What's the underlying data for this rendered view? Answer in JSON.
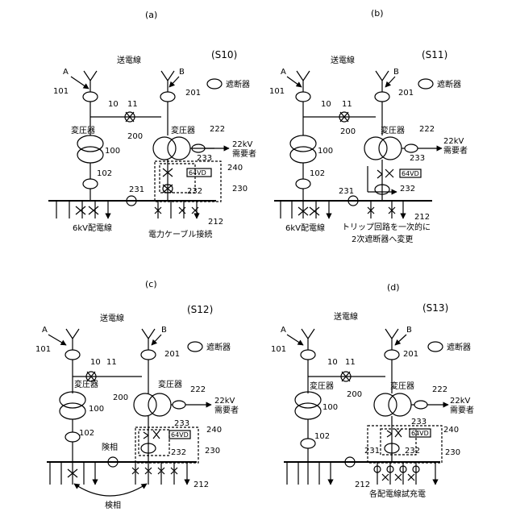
{
  "panels": [
    {
      "id": "a",
      "panel_label": "(a)",
      "step": "(S10)",
      "line_title": "送電線",
      "line_a": "A",
      "line_b": "B",
      "breaker_legend": "遮断器",
      "transformer_left": "変圧器",
      "transformer_right": "変圧器",
      "relay": "64VD",
      "demand": "22kV\n需要者",
      "bus_left": "6kV配電線",
      "refs": [
        "101",
        "10",
        "11",
        "201",
        "100",
        "200",
        "222",
        "233",
        "240",
        "102",
        "231",
        "232",
        "230",
        "212"
      ],
      "annotations": [
        "電力ケーブル接続"
      ]
    },
    {
      "id": "b",
      "panel_label": "(b)",
      "step": "(S11)",
      "line_title": "送電線",
      "line_a": "A",
      "line_b": "B",
      "breaker_legend": "遮断器",
      "transformer_left": "",
      "transformer_right": "変圧器",
      "relay": "64VD",
      "demand": "22kV\n需要者",
      "bus_left": "6kV配電線",
      "refs": [
        "101",
        "10",
        "11",
        "201",
        "100",
        "200",
        "222",
        "233",
        "102",
        "231",
        "232",
        "212"
      ],
      "annotations": [
        "トリップ回路を一次的に",
        "2次遮断器へ変更"
      ]
    },
    {
      "id": "c",
      "panel_label": "(c)",
      "step": "(S12)",
      "line_title": "送電線",
      "line_a": "A",
      "line_b": "B",
      "breaker_legend": "遮断器",
      "transformer_left": "変圧器",
      "transformer_right": "変圧器",
      "relay": "64VD",
      "demand": "22kV\n需要者",
      "bus_left": "",
      "refs": [
        "101",
        "10",
        "11",
        "201",
        "100",
        "200",
        "222",
        "233",
        "240",
        "102",
        "232",
        "230",
        "212"
      ],
      "annotations": [
        "険相",
        "検相"
      ]
    },
    {
      "id": "d",
      "panel_label": "(d)",
      "step": "(S13)",
      "line_title": "送電線",
      "line_a": "A",
      "line_b": "B",
      "breaker_legend": "遮断器",
      "transformer_left": "変圧器",
      "transformer_right": "変圧器",
      "relay": "64VD",
      "demand": "22kV\n需要者",
      "bus_left": "",
      "refs": [
        "101",
        "10",
        "11",
        "201",
        "100",
        "200",
        "222",
        "233",
        "240",
        "231",
        "102",
        "232",
        "230",
        "212"
      ],
      "annotations": [
        "各配電線試充電"
      ]
    }
  ]
}
